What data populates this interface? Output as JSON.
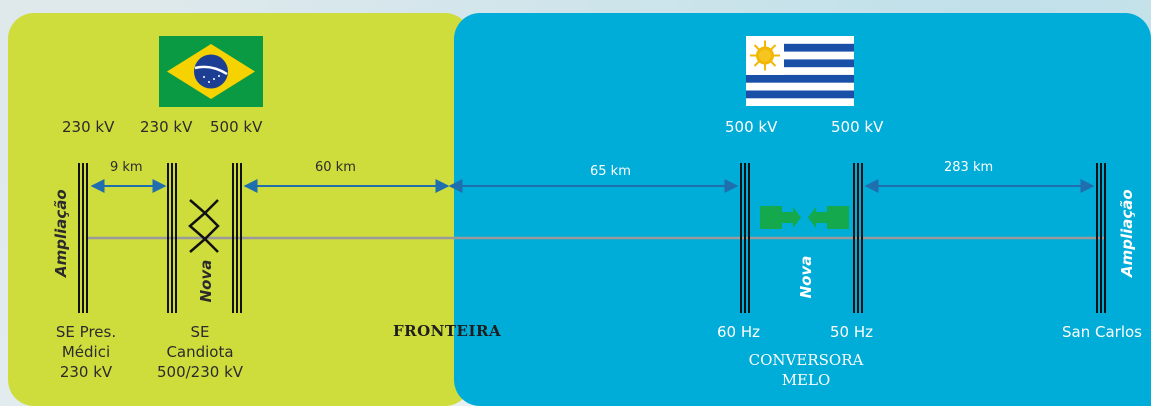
{
  "brazil": {
    "voltages": [
      "230 kV",
      "230 kV",
      "500 kV"
    ],
    "distance_1": "9 km",
    "distance_2": "60 km",
    "ampliacao_label": "Ampliação",
    "nova_label": "Nova",
    "station_1": {
      "line1": "SE Pres.",
      "line2": "Médici",
      "line3": "230 kV"
    },
    "station_2": {
      "line1": "SE",
      "line2": "Candiota",
      "line3": "500/230 kV"
    }
  },
  "border": {
    "label": "FRONTEIRA"
  },
  "uruguay": {
    "voltages": [
      "500 kV",
      "500 kV"
    ],
    "distance_1": "65 km",
    "distance_2": "283 km",
    "nova_label": "Nova",
    "ampliacao_label": "Ampliação",
    "freq_60": "60 Hz",
    "freq_50": "50 Hz",
    "station_end": "San Carlos",
    "converter": {
      "line1": "CONVERSORA",
      "line2": "MELO"
    }
  },
  "colors": {
    "brazil_panel": "#cfdd3c",
    "uruguay_panel": "#00acd8",
    "arrow": "#1f6fae",
    "converter_green": "#13a94c",
    "line_gray": "#9a9a9a"
  },
  "icons": [
    "brazil-flag-icon",
    "uruguay-flag-icon",
    "transformer-x-icon",
    "converter-arrow-icon"
  ]
}
